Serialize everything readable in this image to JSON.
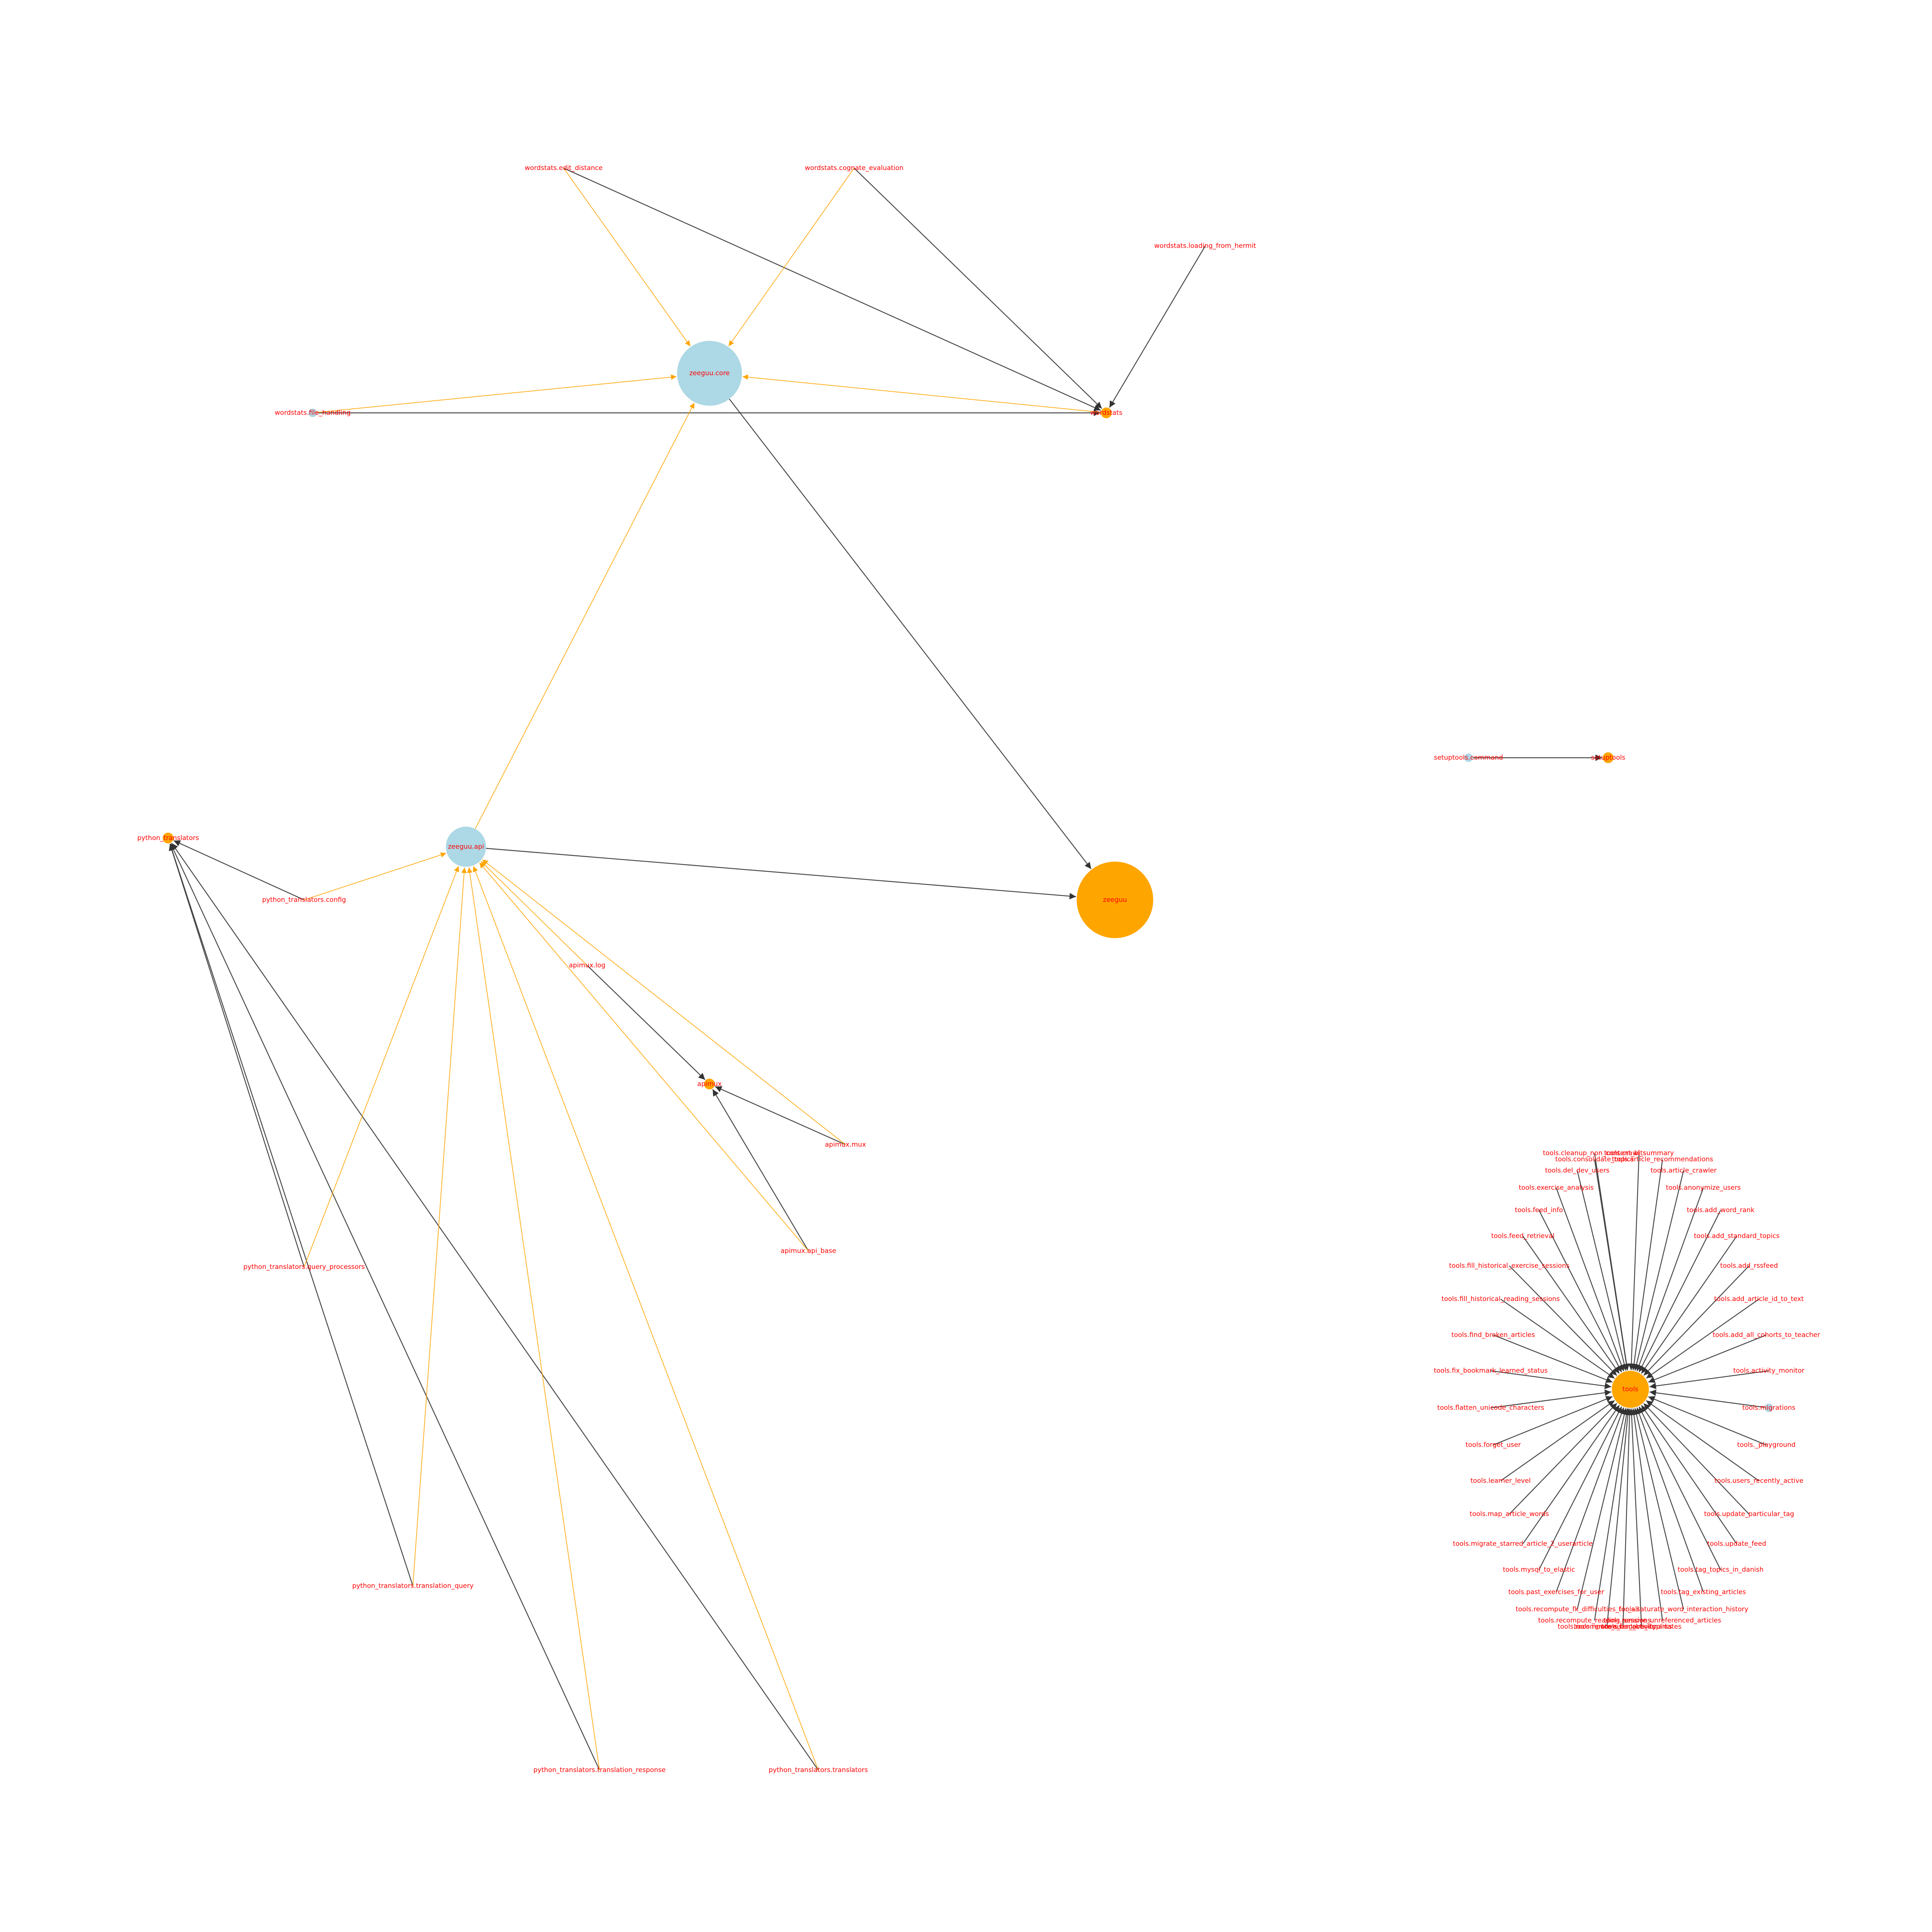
{
  "colors": {
    "label": "#ff0000",
    "node_orange": "#ffa500",
    "node_blue": "#add8e6",
    "edge_dark": "#333333",
    "edge_orange": "#ffa500"
  },
  "nodes": [
    {
      "id": "wordstats.edit_distance",
      "label": "wordstats.edit_distance",
      "kind": "none"
    },
    {
      "id": "wordstats.cognate_evaluation",
      "label": "wordstats.cognate_evaluation",
      "kind": "none"
    },
    {
      "id": "wordstats.loading_from_hermit",
      "label": "wordstats.loading_from_hermit",
      "kind": "none"
    },
    {
      "id": "zeeguu.core",
      "label": "zeeguu.core",
      "kind": "blue-large"
    },
    {
      "id": "wordstats.file_handling",
      "label": "wordstats.file_handling",
      "kind": "blue-tiny"
    },
    {
      "id": "wordstats",
      "label": "wordstats",
      "kind": "orange-small"
    },
    {
      "id": "setuptools.command",
      "label": "setuptools.command",
      "kind": "blue-tiny"
    },
    {
      "id": "setuptools",
      "label": "setuptools",
      "kind": "orange-small"
    },
    {
      "id": "python_translators",
      "label": "python_translators",
      "kind": "orange-small"
    },
    {
      "id": "zeeguu.api",
      "label": "zeeguu.api",
      "kind": "blue-medium"
    },
    {
      "id": "python_translators.config",
      "label": "python_translators.config",
      "kind": "none"
    },
    {
      "id": "zeeguu",
      "label": "zeeguu",
      "kind": "orange-large"
    },
    {
      "id": "apimux.log",
      "label": "apimux.log",
      "kind": "none"
    },
    {
      "id": "apimux",
      "label": "apimux",
      "kind": "orange-small"
    },
    {
      "id": "apimux.mux",
      "label": "apimux.mux",
      "kind": "none"
    },
    {
      "id": "apimux.api_base",
      "label": "apimux.api_base",
      "kind": "none"
    },
    {
      "id": "python_translators.query_processors",
      "label": "python_translators.query_processors",
      "kind": "none"
    },
    {
      "id": "python_translators.translation_query",
      "label": "python_translators.translation_query",
      "kind": "none"
    },
    {
      "id": "python_translators.translation_response",
      "label": "python_translators.translation_response",
      "kind": "none"
    },
    {
      "id": "python_translators.translators",
      "label": "python_translators.translators",
      "kind": "none"
    },
    {
      "id": "tools",
      "label": "tools",
      "kind": "orange-medium"
    },
    {
      "id": "tools.cleanup_non_content_bits",
      "label": "tools.cleanup_non_content_bits",
      "kind": "none"
    },
    {
      "id": "tools.consolidate_topics",
      "label": "tools.consolidate_topics",
      "kind": "none"
    },
    {
      "id": "tools.crawl_summary",
      "label": "tools.crawl_summary",
      "kind": "none"
    },
    {
      "id": "tools.article_recommendations",
      "label": "tools.article_recommendations",
      "kind": "none"
    },
    {
      "id": "tools.del_dev_users",
      "label": "tools.del_dev_users",
      "kind": "none"
    },
    {
      "id": "tools.article_crawler",
      "label": "tools.article_crawler",
      "kind": "none"
    },
    {
      "id": "tools.exercise_analysis",
      "label": "tools.exercise_analysis",
      "kind": "none"
    },
    {
      "id": "tools.anonymize_users",
      "label": "tools.anonymize_users",
      "kind": "none"
    },
    {
      "id": "tools.feed_info",
      "label": "tools.feed_info",
      "kind": "none"
    },
    {
      "id": "tools.add_word_rank",
      "label": "tools.add_word_rank",
      "kind": "none"
    },
    {
      "id": "tools.feed_retrieval",
      "label": "tools.feed_retrieval",
      "kind": "none"
    },
    {
      "id": "tools.add_standard_topics",
      "label": "tools.add_standard_topics",
      "kind": "none"
    },
    {
      "id": "tools.fill_historical_exercise_sessions",
      "label": "tools.fill_historical_exercise_sessions",
      "kind": "none"
    },
    {
      "id": "tools.add_rssfeed",
      "label": "tools.add_rssfeed",
      "kind": "none"
    },
    {
      "id": "tools.fill_historical_reading_sessions",
      "label": "tools.fill_historical_reading_sessions",
      "kind": "none"
    },
    {
      "id": "tools.add_article_id_to_text",
      "label": "tools.add_article_id_to_text",
      "kind": "none"
    },
    {
      "id": "tools.find_broken_articles",
      "label": "tools.find_broken_articles",
      "kind": "none"
    },
    {
      "id": "tools.add_all_cohorts_to_teacher",
      "label": "tools.add_all_cohorts_to_teacher",
      "kind": "none"
    },
    {
      "id": "tools.fix_bookmark_learned_status",
      "label": "tools.fix_bookmark_learned_status",
      "kind": "none"
    },
    {
      "id": "tools.activity_monitor",
      "label": "tools.activity_monitor",
      "kind": "none"
    },
    {
      "id": "tools.flatten_unicode_characters",
      "label": "tools.flatten_unicode_characters",
      "kind": "none"
    },
    {
      "id": "tools.migrations",
      "label": "tools.migrations",
      "kind": "blue-tiny"
    },
    {
      "id": "tools.forget_user",
      "label": "tools.forget_user",
      "kind": "none"
    },
    {
      "id": "tools._playground",
      "label": "tools._playground",
      "kind": "none"
    },
    {
      "id": "tools.learner_level",
      "label": "tools.learner_level",
      "kind": "none"
    },
    {
      "id": "tools.users_recently_active",
      "label": "tools.users_recently_active",
      "kind": "none"
    },
    {
      "id": "tools.map_article_words",
      "label": "tools.map_article_words",
      "kind": "none"
    },
    {
      "id": "tools.update_particular_tag",
      "label": "tools.update_particular_tag",
      "kind": "none"
    },
    {
      "id": "tools.migrate_starred_article_2_userarticle",
      "label": "tools.migrate_starred_article_2_userarticle",
      "kind": "none"
    },
    {
      "id": "tools.update_feed",
      "label": "tools.update_feed",
      "kind": "none"
    },
    {
      "id": "tools.mysql_to_elastic",
      "label": "tools.mysql_to_elastic",
      "kind": "none"
    },
    {
      "id": "tools.tag_topics_in_danish",
      "label": "tools.tag_topics_in_danish",
      "kind": "none"
    },
    {
      "id": "tools.past_exercises_for_user",
      "label": "tools.past_exercises_for_user",
      "kind": "none"
    },
    {
      "id": "tools.tag_existing_articles",
      "label": "tools.tag_existing_articles",
      "kind": "none"
    },
    {
      "id": "tools.recompute_fk_difficulties_for_all",
      "label": "tools.recompute_fk_difficulties_for_all",
      "kind": "none"
    },
    {
      "id": "tools.saturate_word_interaction_history",
      "label": "tools.saturate_word_interaction_history",
      "kind": "none"
    },
    {
      "id": "tools.recompute_reading_sessions",
      "label": "tools.recompute_reading_sessions",
      "kind": "none"
    },
    {
      "id": "tools.remove_unreferenced_articles",
      "label": "tools.remove_unreferenced_articles",
      "kind": "none"
    },
    {
      "id": "tools.recompute_user_activity",
      "label": "tools.recompute_user_activity",
      "kind": "none"
    },
    {
      "id": "tools.remove_duplicates",
      "label": "tools.remove_duplicates",
      "kind": "none"
    },
    {
      "id": "tools.remove_bad_bookmarks",
      "label": "tools.remove_bad_bookmarks",
      "kind": "none"
    }
  ],
  "edges": [
    {
      "from": "wordstats.edit_distance",
      "to": "wordstats",
      "style": "dark"
    },
    {
      "from": "wordstats.cognate_evaluation",
      "to": "wordstats",
      "style": "dark"
    },
    {
      "from": "wordstats.loading_from_hermit",
      "to": "wordstats",
      "style": "dark"
    },
    {
      "from": "wordstats.file_handling",
      "to": "wordstats",
      "style": "dark"
    },
    {
      "from": "wordstats.edit_distance",
      "to": "zeeguu.core",
      "style": "orange"
    },
    {
      "from": "wordstats.cognate_evaluation",
      "to": "zeeguu.core",
      "style": "orange"
    },
    {
      "from": "wordstats.file_handling",
      "to": "zeeguu.core",
      "style": "orange"
    },
    {
      "from": "wordstats",
      "to": "zeeguu.core",
      "style": "orange"
    },
    {
      "from": "zeeguu.api",
      "to": "zeeguu.core",
      "style": "orange"
    },
    {
      "from": "zeeguu.core",
      "to": "zeeguu",
      "style": "dark"
    },
    {
      "from": "zeeguu.api",
      "to": "zeeguu",
      "style": "dark"
    },
    {
      "from": "setuptools.command",
      "to": "setuptools",
      "style": "dark"
    },
    {
      "from": "python_translators.config",
      "to": "python_translators",
      "style": "dark"
    },
    {
      "from": "python_translators.query_processors",
      "to": "python_translators",
      "style": "dark"
    },
    {
      "from": "python_translators.translation_query",
      "to": "python_translators",
      "style": "dark"
    },
    {
      "from": "python_translators.translation_response",
      "to": "python_translators",
      "style": "dark"
    },
    {
      "from": "python_translators.translators",
      "to": "python_translators",
      "style": "dark"
    },
    {
      "from": "python_translators.config",
      "to": "zeeguu.api",
      "style": "orange"
    },
    {
      "from": "python_translators.query_processors",
      "to": "zeeguu.api",
      "style": "orange"
    },
    {
      "from": "python_translators.translation_query",
      "to": "zeeguu.api",
      "style": "orange"
    },
    {
      "from": "python_translators.translation_response",
      "to": "zeeguu.api",
      "style": "orange"
    },
    {
      "from": "python_translators.translators",
      "to": "zeeguu.api",
      "style": "orange"
    },
    {
      "from": "apimux.log",
      "to": "apimux",
      "style": "dark"
    },
    {
      "from": "apimux.mux",
      "to": "apimux",
      "style": "dark"
    },
    {
      "from": "apimux.api_base",
      "to": "apimux",
      "style": "dark"
    },
    {
      "from": "apimux.log",
      "to": "zeeguu.api",
      "style": "orange"
    },
    {
      "from": "apimux.mux",
      "to": "zeeguu.api",
      "style": "orange"
    },
    {
      "from": "apimux.api_base",
      "to": "zeeguu.api",
      "style": "orange"
    },
    {
      "from": "tools.cleanup_non_content_bits",
      "to": "tools",
      "style": "dark"
    },
    {
      "from": "tools.consolidate_topics",
      "to": "tools",
      "style": "dark"
    },
    {
      "from": "tools.crawl_summary",
      "to": "tools",
      "style": "dark"
    },
    {
      "from": "tools.article_recommendations",
      "to": "tools",
      "style": "dark"
    },
    {
      "from": "tools.del_dev_users",
      "to": "tools",
      "style": "dark"
    },
    {
      "from": "tools.article_crawler",
      "to": "tools",
      "style": "dark"
    },
    {
      "from": "tools.exercise_analysis",
      "to": "tools",
      "style": "dark"
    },
    {
      "from": "tools.anonymize_users",
      "to": "tools",
      "style": "dark"
    },
    {
      "from": "tools.feed_info",
      "to": "tools",
      "style": "dark"
    },
    {
      "from": "tools.add_word_rank",
      "to": "tools",
      "style": "dark"
    },
    {
      "from": "tools.feed_retrieval",
      "to": "tools",
      "style": "dark"
    },
    {
      "from": "tools.add_standard_topics",
      "to": "tools",
      "style": "dark"
    },
    {
      "from": "tools.fill_historical_exercise_sessions",
      "to": "tools",
      "style": "dark"
    },
    {
      "from": "tools.add_rssfeed",
      "to": "tools",
      "style": "dark"
    },
    {
      "from": "tools.fill_historical_reading_sessions",
      "to": "tools",
      "style": "dark"
    },
    {
      "from": "tools.add_article_id_to_text",
      "to": "tools",
      "style": "dark"
    },
    {
      "from": "tools.find_broken_articles",
      "to": "tools",
      "style": "dark"
    },
    {
      "from": "tools.add_all_cohorts_to_teacher",
      "to": "tools",
      "style": "dark"
    },
    {
      "from": "tools.fix_bookmark_learned_status",
      "to": "tools",
      "style": "dark"
    },
    {
      "from": "tools.activity_monitor",
      "to": "tools",
      "style": "dark"
    },
    {
      "from": "tools.flatten_unicode_characters",
      "to": "tools",
      "style": "dark"
    },
    {
      "from": "tools.migrations",
      "to": "tools",
      "style": "dark"
    },
    {
      "from": "tools.forget_user",
      "to": "tools",
      "style": "dark"
    },
    {
      "from": "tools._playground",
      "to": "tools",
      "style": "dark"
    },
    {
      "from": "tools.learner_level",
      "to": "tools",
      "style": "dark"
    },
    {
      "from": "tools.users_recently_active",
      "to": "tools",
      "style": "dark"
    },
    {
      "from": "tools.map_article_words",
      "to": "tools",
      "style": "dark"
    },
    {
      "from": "tools.update_particular_tag",
      "to": "tools",
      "style": "dark"
    },
    {
      "from": "tools.migrate_starred_article_2_userarticle",
      "to": "tools",
      "style": "dark"
    },
    {
      "from": "tools.update_feed",
      "to": "tools",
      "style": "dark"
    },
    {
      "from": "tools.mysql_to_elastic",
      "to": "tools",
      "style": "dark"
    },
    {
      "from": "tools.tag_topics_in_danish",
      "to": "tools",
      "style": "dark"
    },
    {
      "from": "tools.past_exercises_for_user",
      "to": "tools",
      "style": "dark"
    },
    {
      "from": "tools.tag_existing_articles",
      "to": "tools",
      "style": "dark"
    },
    {
      "from": "tools.recompute_fk_difficulties_for_all",
      "to": "tools",
      "style": "dark"
    },
    {
      "from": "tools.saturate_word_interaction_history",
      "to": "tools",
      "style": "dark"
    },
    {
      "from": "tools.recompute_reading_sessions",
      "to": "tools",
      "style": "dark"
    },
    {
      "from": "tools.remove_unreferenced_articles",
      "to": "tools",
      "style": "dark"
    },
    {
      "from": "tools.recompute_user_activity",
      "to": "tools",
      "style": "dark"
    },
    {
      "from": "tools.remove_duplicates",
      "to": "tools",
      "style": "dark"
    },
    {
      "from": "tools.remove_bad_bookmarks",
      "to": "tools",
      "style": "dark"
    }
  ]
}
